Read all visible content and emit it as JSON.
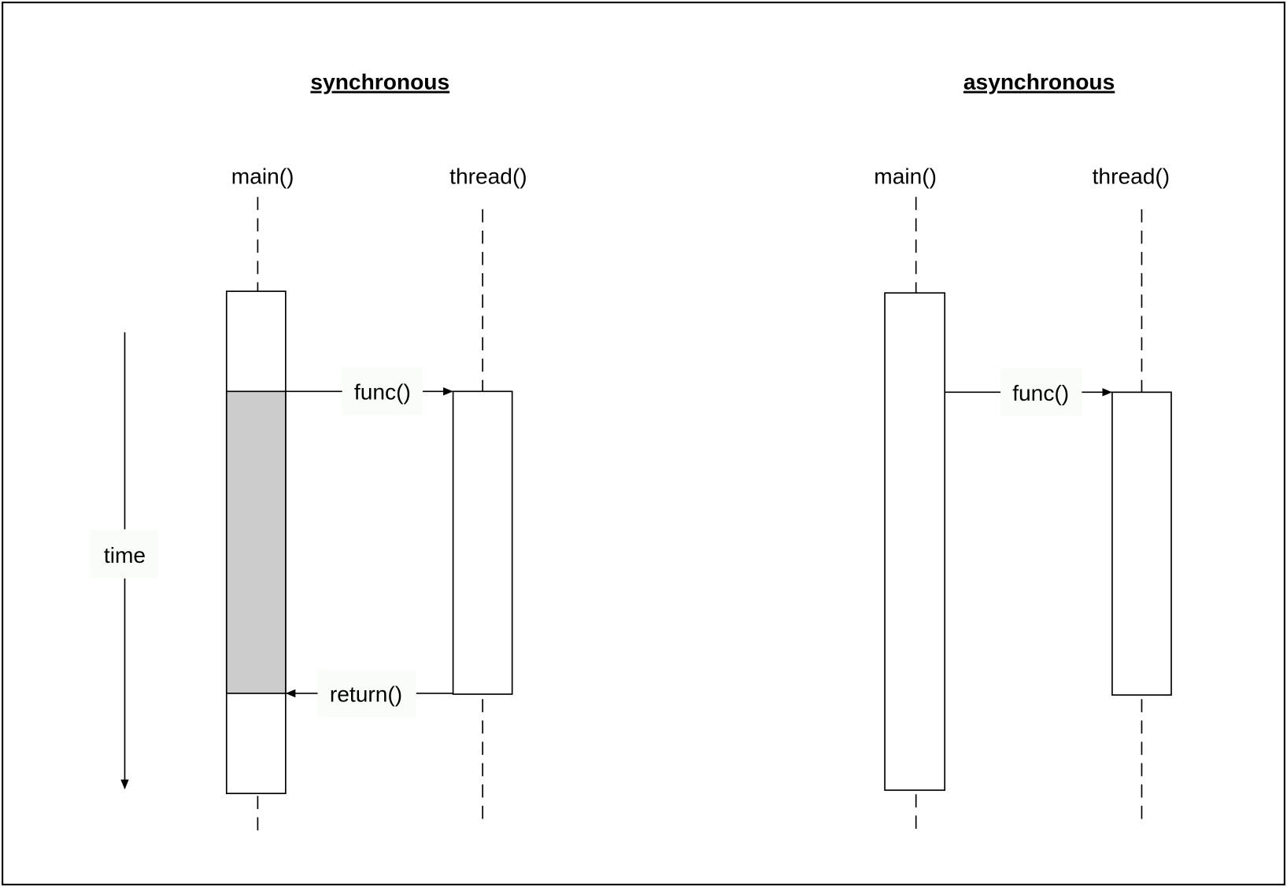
{
  "synchronous": {
    "title": "synchronous",
    "main_label": "main()",
    "thread_label": "thread()",
    "call_label": "func()",
    "return_label": "return()",
    "time_label": "time",
    "blocked_color": "#cccccc"
  },
  "asynchronous": {
    "title": "asynchronous",
    "main_label": "main()",
    "thread_label": "thread()",
    "call_label": "func()"
  }
}
